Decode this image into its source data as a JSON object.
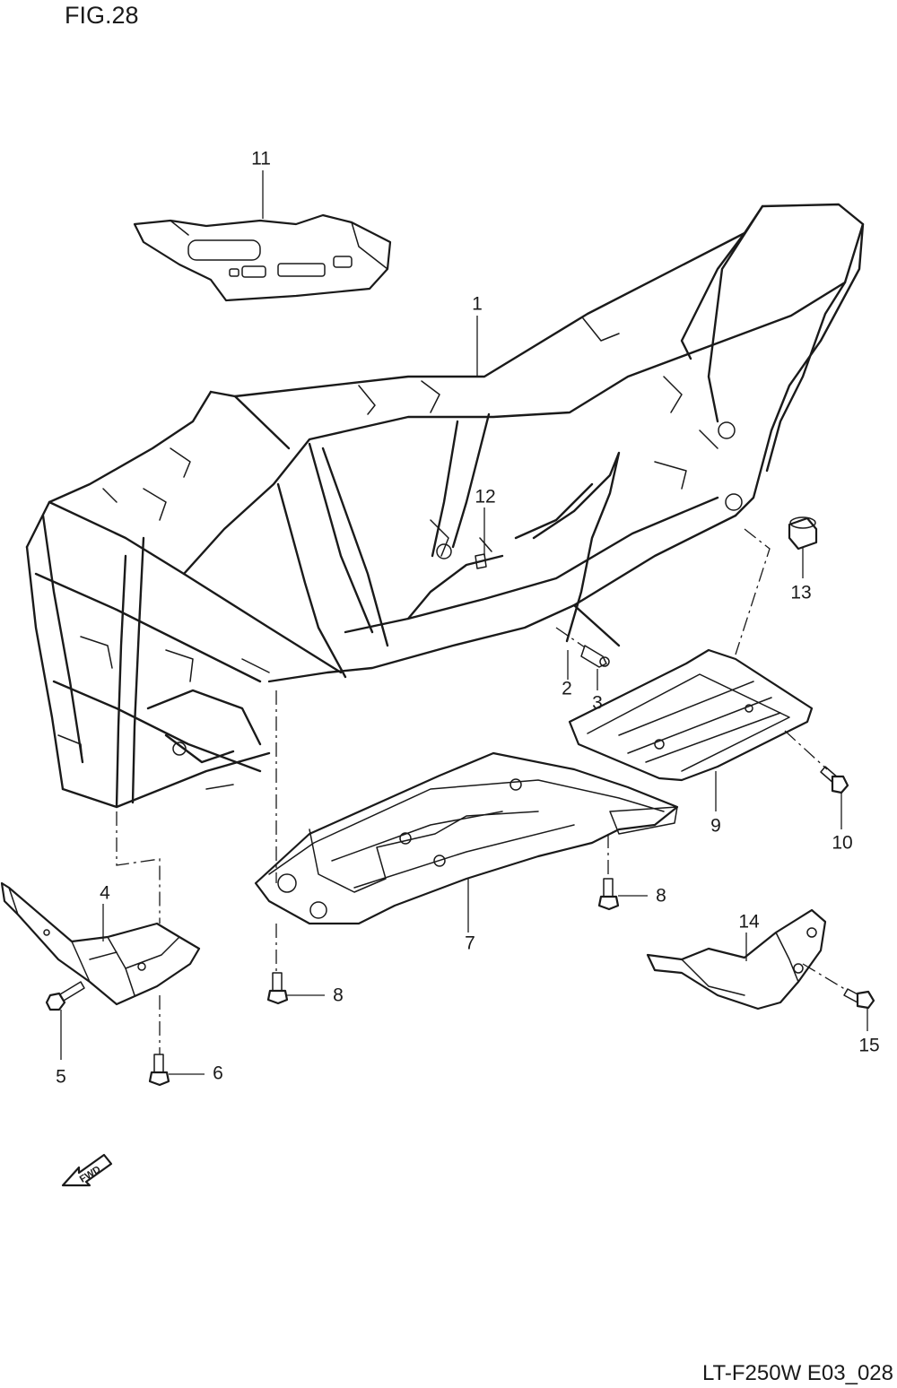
{
  "figure": {
    "title": "FIG.28",
    "code": "LT-F250W E03_028",
    "fwd_label": "FWD"
  },
  "callouts": [
    {
      "id": "c1",
      "text": "1"
    },
    {
      "id": "c2",
      "text": "2"
    },
    {
      "id": "c3",
      "text": "3"
    },
    {
      "id": "c4",
      "text": "4"
    },
    {
      "id": "c5",
      "text": "5"
    },
    {
      "id": "c6",
      "text": "6"
    },
    {
      "id": "c7",
      "text": "7"
    },
    {
      "id": "c8a",
      "text": "8"
    },
    {
      "id": "c8b",
      "text": "8"
    },
    {
      "id": "c9",
      "text": "9"
    },
    {
      "id": "c10",
      "text": "10"
    },
    {
      "id": "c11",
      "text": "11"
    },
    {
      "id": "c12",
      "text": "12"
    },
    {
      "id": "c13",
      "text": "13"
    },
    {
      "id": "c14",
      "text": "14"
    },
    {
      "id": "c15",
      "text": "15"
    }
  ]
}
